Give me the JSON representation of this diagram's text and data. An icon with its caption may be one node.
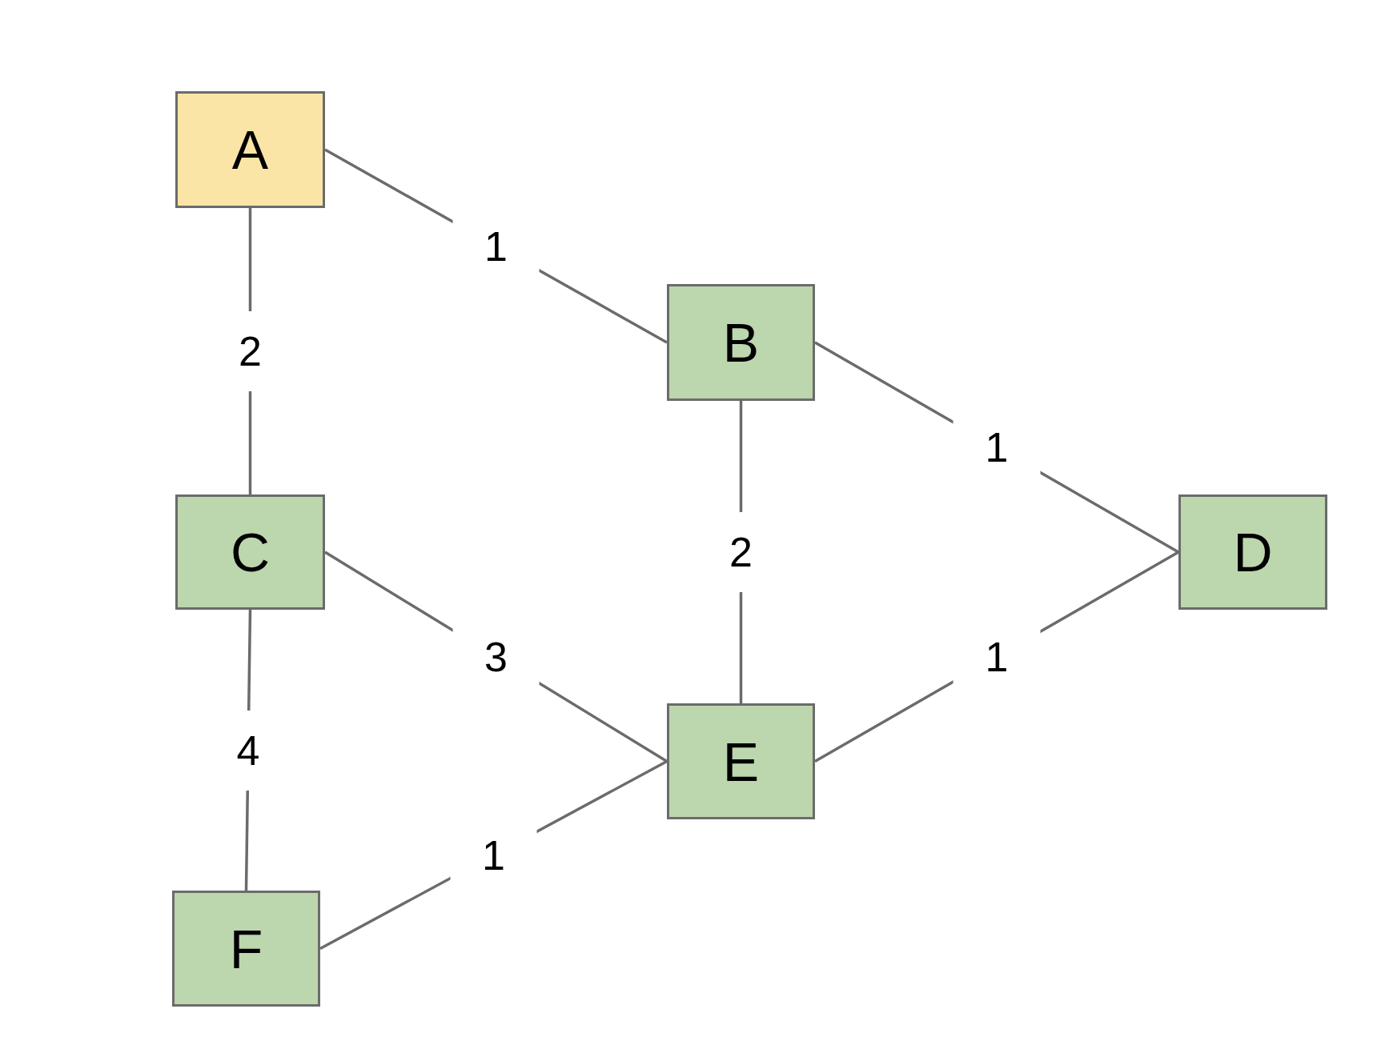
{
  "diagram": {
    "nodes": [
      {
        "text": [
          "A"
        ]
      },
      {
        "text": [
          "B"
        ]
      },
      {
        "text": [
          "C"
        ]
      },
      {
        "text": [
          "D"
        ]
      },
      {
        "text": [
          "E"
        ]
      },
      {
        "text": [
          "F"
        ]
      }
    ],
    "edges": [
      {
        "from": 0,
        "to": 1,
        "arrow": "none",
        "label": "1"
      },
      {
        "from": 0,
        "to": 2,
        "arrow": "none",
        "label": "2"
      },
      {
        "from": 1,
        "to": 3,
        "arrow": "none",
        "label": "1"
      },
      {
        "from": 1,
        "to": 4,
        "arrow": "none",
        "label": "2"
      },
      {
        "from": 2,
        "to": 4,
        "arrow": "none",
        "label": "3"
      },
      {
        "from": 2,
        "to": 5,
        "arrow": "none",
        "label": "4"
      },
      {
        "from": 4,
        "to": 3,
        "arrow": "none",
        "label": "1"
      },
      {
        "from": 5,
        "to": 4,
        "arrow": "none",
        "label": "1"
      }
    ]
  }
}
